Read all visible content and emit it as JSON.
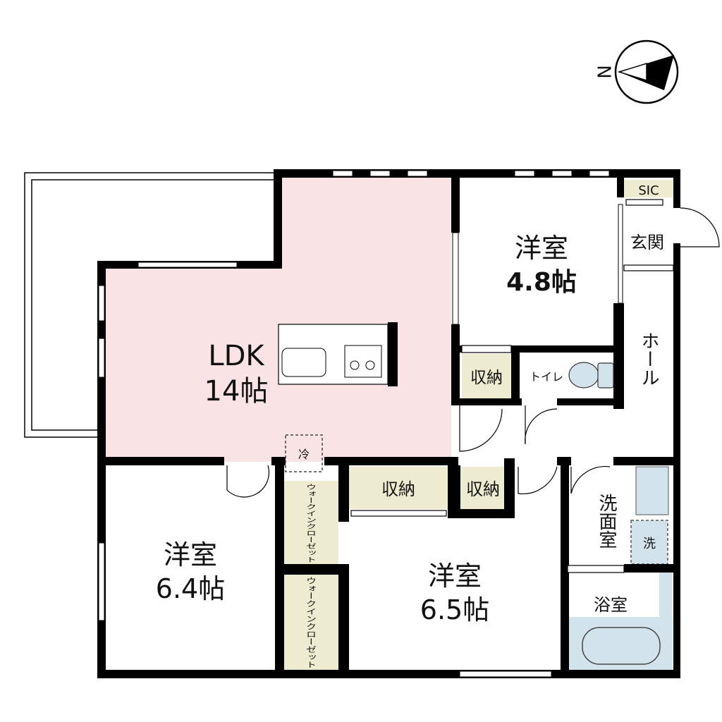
{
  "compass": {
    "label": "N",
    "icon": "north-arrow-icon"
  },
  "colors": {
    "ldk_floor": "#f9e3e5",
    "storage_fill": "#eeecd0",
    "water_fixture_fill": "#d3e3ec",
    "wall": "#000000"
  },
  "rooms": {
    "ldk": {
      "name": "LDK",
      "size": "14帖"
    },
    "western_room_north": {
      "name": "洋室",
      "size": "4.8帖"
    },
    "western_room_southwest": {
      "name": "洋室",
      "size": "6.4帖"
    },
    "western_room_south": {
      "name": "洋室",
      "size": "6.5帖"
    },
    "sic": "SIC",
    "entrance": "玄関",
    "hall": "ホール",
    "toilet": "トイレ",
    "storage_toilet": "収納",
    "storage_large": "収納",
    "storage_small": "収納",
    "walk_in_closet_1": "ウォークインクローゼット",
    "walk_in_closet_2": "ウォークインクローゼット",
    "washroom": "洗面室",
    "bathroom": "浴室",
    "fridge_space": "冷",
    "washer_space": "洗"
  }
}
